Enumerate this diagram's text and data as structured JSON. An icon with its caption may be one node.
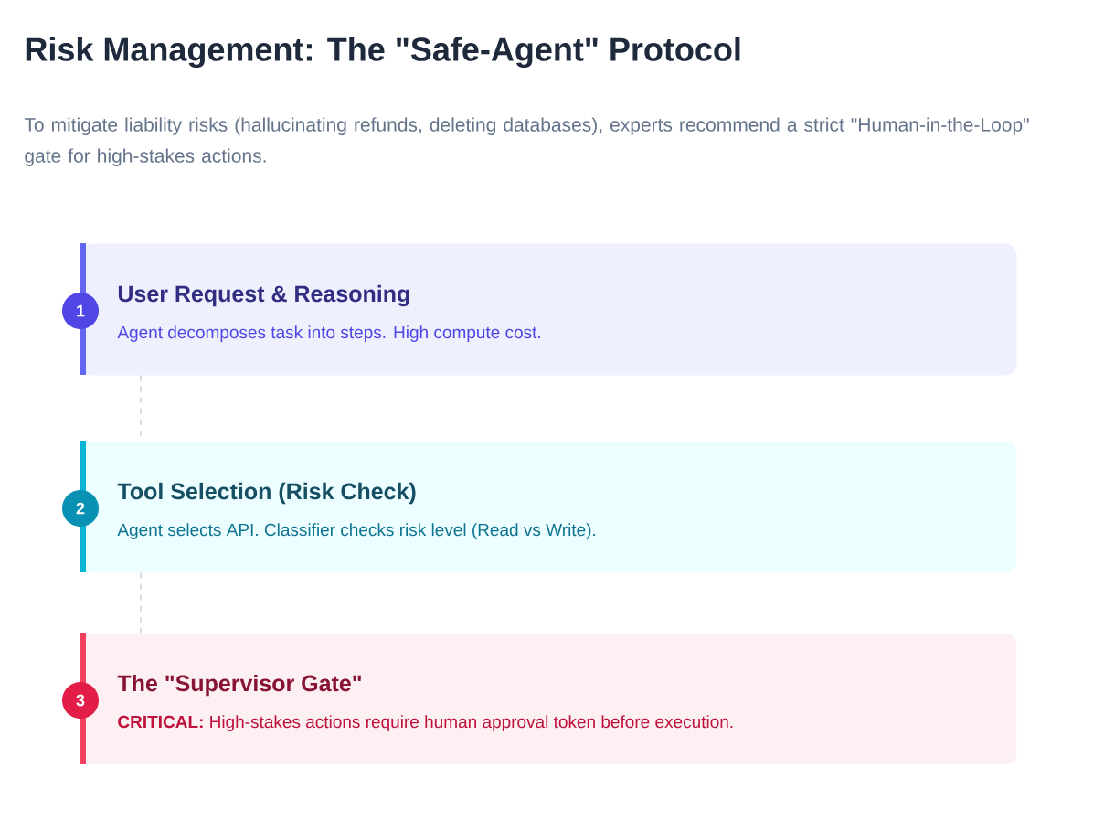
{
  "diagram": {
    "title": "Risk Management: The \"Safe-Agent\" Protocol",
    "nodes": [
      {
        "text": [
          "User Request & Reasoning",
          "Agent decomposes task into steps. High compute cost."
        ]
      },
      {
        "text": [
          "1"
        ]
      },
      {
        "text": [
          "Tool Selection (Risk Check)",
          "Agent selects API. Classifier checks risk level (Read vs Write)."
        ]
      },
      {
        "text": [
          "2"
        ]
      },
      {
        "text": [
          "The \"Supervisor Gate\"",
          "**CRITICAL:** High-stakes actions require human approval token before execution."
        ]
      },
      {
        "text": [
          "3"
        ]
      }
    ],
    "edges": [
      {
        "from": 0,
        "to": 2,
        "arrow": "none",
        "style": "dashed"
      },
      {
        "from": 2,
        "to": 4,
        "arrow": "none",
        "style": "dashed"
      }
    ],
    "labels": [
      "To mitigate liability risks (hallucinating refunds, deleting databases), experts recommend a strict \"Human-in-the-Loop\" gate for high-stakes actions."
    ]
  }
}
